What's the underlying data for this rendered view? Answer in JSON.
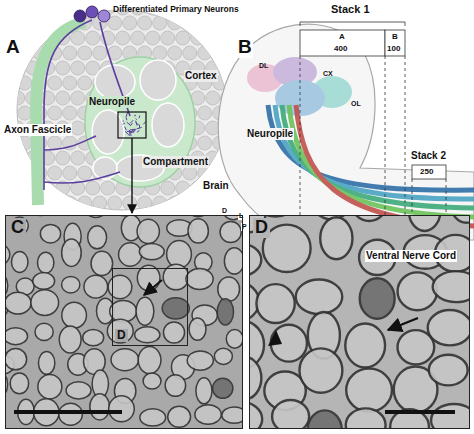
{
  "diagram": {
    "nodes": [
      {
        "text": [
          "C"
        ]
      },
      {
        "text": [
          "D"
        ],
        "in": 0
      },
      {
        "text": [
          "D"
        ]
      }
    ],
    "labels": [
      "A",
      "Differentiated Primary Neurons",
      "Cortex",
      "Neuropile",
      "Axon Fascicle",
      "Compartment",
      "B",
      "Stack 1",
      "A",
      "B",
      "400",
      "100",
      "Stack 2",
      "250",
      "Brain",
      "Neuropile",
      "DL",
      "CX",
      "OL",
      "D",
      "L",
      "P",
      "Ventral Nerve Cord"
    ]
  }
}
